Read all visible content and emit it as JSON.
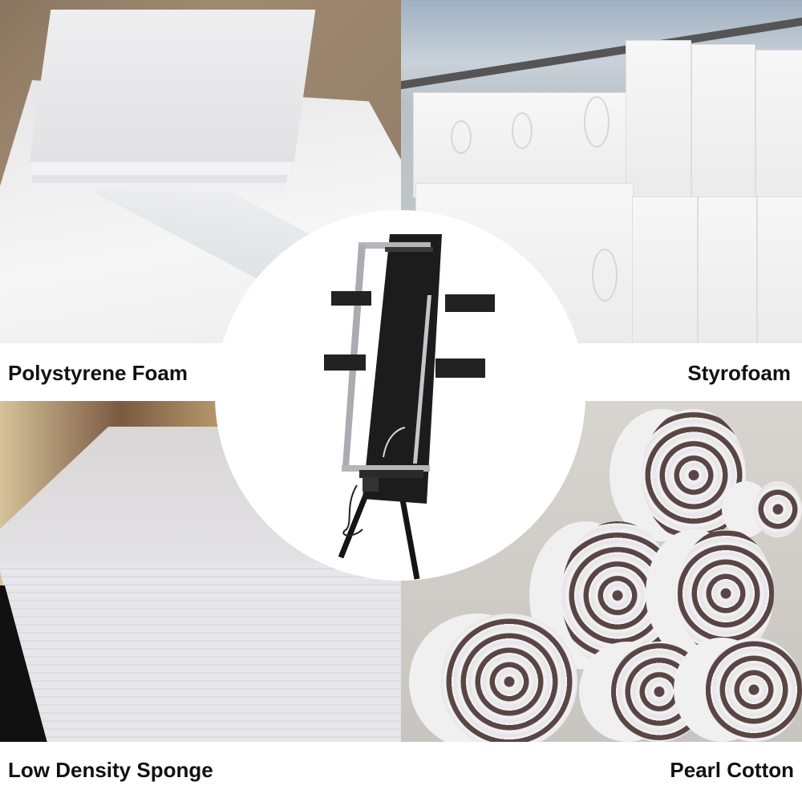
{
  "panels": [
    {
      "id": "top-left",
      "label": "Polystyrene Foam",
      "depicts": "stacked polystyrene foam sheets in a cardboard box"
    },
    {
      "id": "top-right",
      "label": "Styrofoam",
      "depicts": "large white styrofoam blocks outside a warehouse"
    },
    {
      "id": "bottom-left",
      "label": "Low Density Sponge",
      "depicts": "stack of thin low density sponge sheets"
    },
    {
      "id": "bottom-right",
      "label": "Pearl Cotton",
      "depicts": "rolls of white pearl cotton foam"
    }
  ],
  "center": {
    "depicts": "vertical hot wire foam cutting table on a tripod stand",
    "icon": "foam-cutter-machine"
  },
  "colors": {
    "background": "#ffffff",
    "label_text": "#111111",
    "machine_body": "#1c1c1c",
    "machine_frame": "#a9acb0"
  }
}
